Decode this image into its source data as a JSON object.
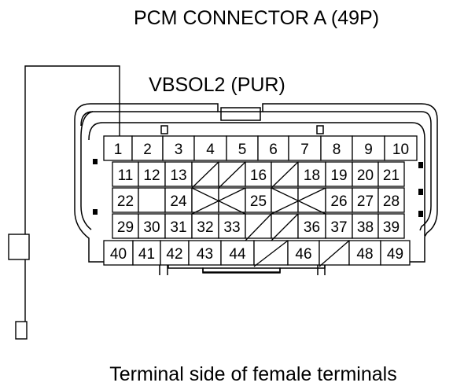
{
  "title": "PCM CONNECTOR A (49P)",
  "signal_label": "VBSOL2 (PUR)",
  "caption": "Terminal side of female terminals",
  "highlighted_pin": "1",
  "rows": [
    [
      "1",
      "2",
      "3",
      "4",
      "5",
      "6",
      "7",
      "8",
      "9",
      "10"
    ],
    [
      "11",
      "12",
      "13",
      "",
      "",
      "16",
      "",
      "18",
      "19",
      "20",
      "21"
    ],
    [
      "22",
      "",
      "24",
      "",
      "",
      "25",
      "",
      "",
      "26",
      "27",
      "28"
    ],
    [
      "29",
      "30",
      "31",
      "32",
      "33",
      "",
      "",
      "36",
      "37",
      "38",
      "39"
    ],
    [
      "40",
      "41",
      "42",
      "43",
      "44",
      "",
      "46",
      "",
      "48",
      "49"
    ]
  ],
  "colors": {
    "line": "#000000",
    "background": "#ffffff"
  }
}
